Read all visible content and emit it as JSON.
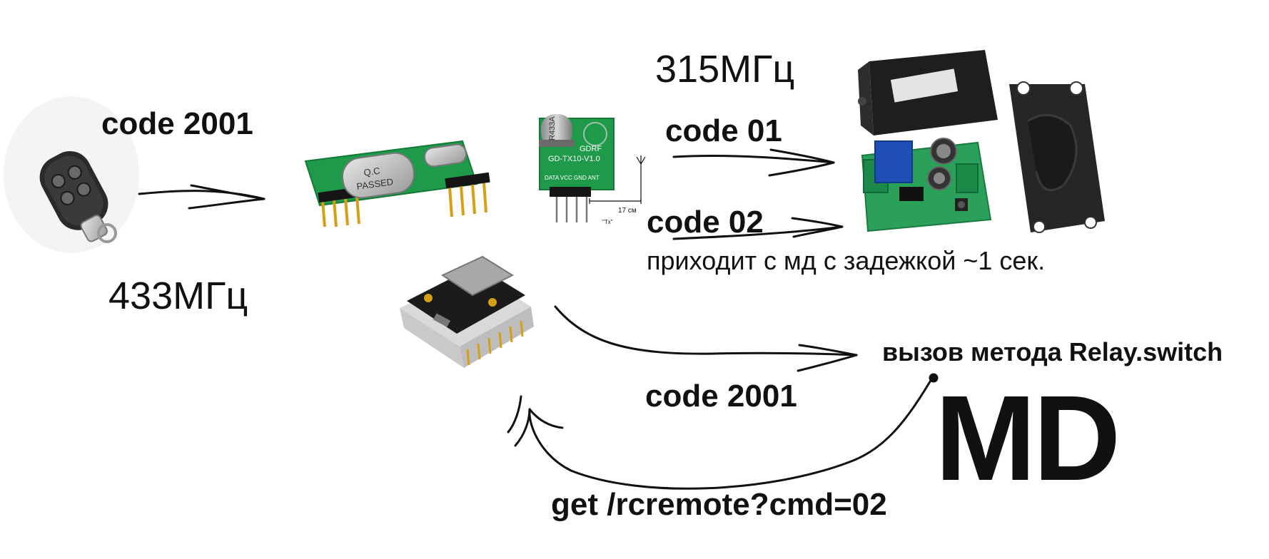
{
  "labels": {
    "code_remote": "code 2001",
    "freq_433": "433МГц",
    "freq_315": "315МГц",
    "code_01": "code 01",
    "code_02": "code 02",
    "delay_note": "приходит с мд с задежкой  ~1 сек.",
    "relay_call": "вызов метода Relay.switch",
    "md": "MD",
    "code_esp": "code 2001",
    "get_cmd": "get /rcremote?cmd=02"
  },
  "devices": {
    "receiver_sticker_line1": "Q.C",
    "receiver_sticker_line2": "PASSED",
    "tx_board_brand": "GDRF",
    "tx_board_model": "GD-TX10-V1.0",
    "tx_pins": "DATA VCC GND ANT",
    "tx_crystal": "R433A",
    "tx_antenna_length": "17 см",
    "tx_antenna_tag": "\"Tx\""
  },
  "colors": {
    "pcb_green": "#1f9a4a",
    "pcb_dark": "#147a38",
    "pin_gold": "#d4a017",
    "ink": "#111111",
    "relay_blue": "#1f4fb5",
    "terminal_green": "#2aa05a",
    "case_black": "#1e1e1e",
    "esp_black": "#1b1b1b"
  }
}
